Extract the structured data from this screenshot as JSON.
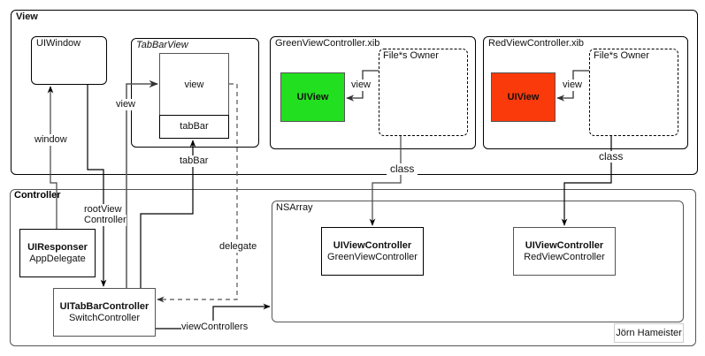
{
  "groups": {
    "view": {
      "title": "View"
    },
    "controller": {
      "title": "Controller"
    }
  },
  "view_layer": {
    "uiwindow": {
      "title": "UIWindow"
    },
    "tabbarview": {
      "title": "TabBarView",
      "view_label": "view",
      "tabbar_label": "tabBar"
    },
    "green_xib": {
      "title": "GreenViewController.xib",
      "owner_title": "File*s Owner",
      "uiview_label": "UIView",
      "uiview_color": "#22e01f",
      "view_connector_label": "view"
    },
    "red_xib": {
      "title": "RedViewController.xib",
      "owner_title": "File*s Owner",
      "uiview_label": "UIView",
      "uiview_color": "#fa3a0a",
      "view_connector_label": "view"
    }
  },
  "controller_layer": {
    "app_delegate": {
      "class": "UIResponser",
      "name": "AppDelegate"
    },
    "tabbar_controller": {
      "class": "UITabBarController",
      "name": "SwitchController"
    },
    "nsarray": {
      "title": "NSArray",
      "items": [
        {
          "class": "UIViewController",
          "name": "GreenViewController"
        },
        {
          "class": "UIViewController",
          "name": "RedViewController"
        }
      ]
    }
  },
  "connections": {
    "window": "window",
    "root_view_controller_line1": "rootView",
    "root_view_controller_line2": "Controller",
    "view": "view",
    "tabbar": "tabBar",
    "delegate": "delegate",
    "view_controllers": "viewControllers",
    "class_green": "class",
    "class_red": "class"
  },
  "credit": "Jörn Hameister"
}
